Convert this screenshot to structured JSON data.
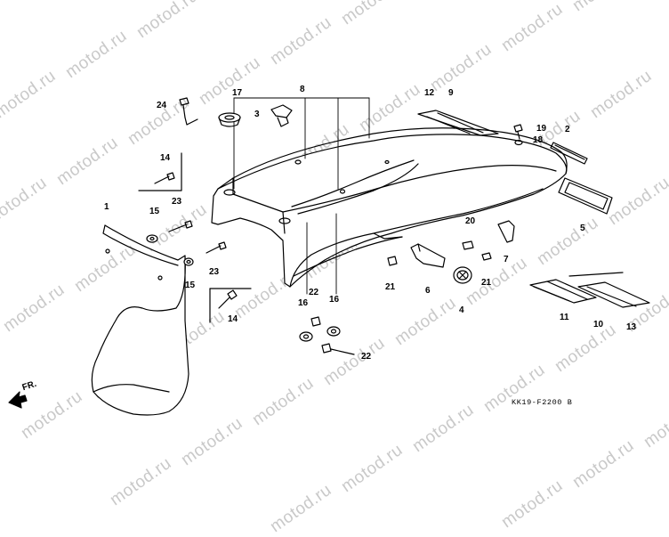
{
  "watermark": {
    "text": "motod.ru"
  },
  "diagram_code": "KK19-F2200 B",
  "front_indicator": "FR.",
  "callouts": [
    {
      "id": "c1",
      "label": "1"
    },
    {
      "id": "c2",
      "label": "2"
    },
    {
      "id": "c3",
      "label": "3"
    },
    {
      "id": "c4",
      "label": "4"
    },
    {
      "id": "c5",
      "label": "5"
    },
    {
      "id": "c6",
      "label": "6"
    },
    {
      "id": "c7",
      "label": "7"
    },
    {
      "id": "c8",
      "label": "8"
    },
    {
      "id": "c9",
      "label": "9"
    },
    {
      "id": "c10",
      "label": "10"
    },
    {
      "id": "c11",
      "label": "11"
    },
    {
      "id": "c12",
      "label": "12"
    },
    {
      "id": "c13",
      "label": "13"
    },
    {
      "id": "c14a",
      "label": "14"
    },
    {
      "id": "c14b",
      "label": "14"
    },
    {
      "id": "c15a",
      "label": "15"
    },
    {
      "id": "c15b",
      "label": "15"
    },
    {
      "id": "c16a",
      "label": "16"
    },
    {
      "id": "c16b",
      "label": "16"
    },
    {
      "id": "c17",
      "label": "17"
    },
    {
      "id": "c18",
      "label": "18"
    },
    {
      "id": "c19",
      "label": "19"
    },
    {
      "id": "c20",
      "label": "20"
    },
    {
      "id": "c21a",
      "label": "21"
    },
    {
      "id": "c21b",
      "label": "21"
    },
    {
      "id": "c22a",
      "label": "22"
    },
    {
      "id": "c22b",
      "label": "22"
    },
    {
      "id": "c23a",
      "label": "23"
    },
    {
      "id": "c23b",
      "label": "23"
    },
    {
      "id": "c24",
      "label": "24"
    }
  ]
}
